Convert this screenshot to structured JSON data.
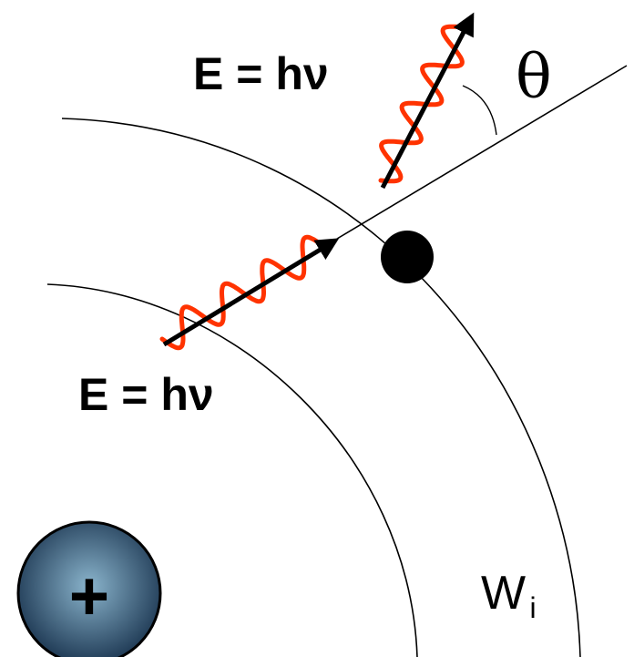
{
  "labels": {
    "incident_photon_energy": "E = hν",
    "scattered_photon_energy": "E = hν",
    "scattering_angle": "θ",
    "shell_energy_W": "W",
    "shell_energy_subscript": "i",
    "nucleus_charge": "+"
  },
  "colors": {
    "wave": "#ff3300",
    "arrow": "#000000",
    "shell_line": "#000000",
    "electron": "#000000",
    "nucleus_center": "#8ab4cc",
    "nucleus_edge": "#1f3a55"
  },
  "icons": {
    "nucleus": "nucleus-sphere-icon",
    "electron": "electron-dot-icon"
  }
}
